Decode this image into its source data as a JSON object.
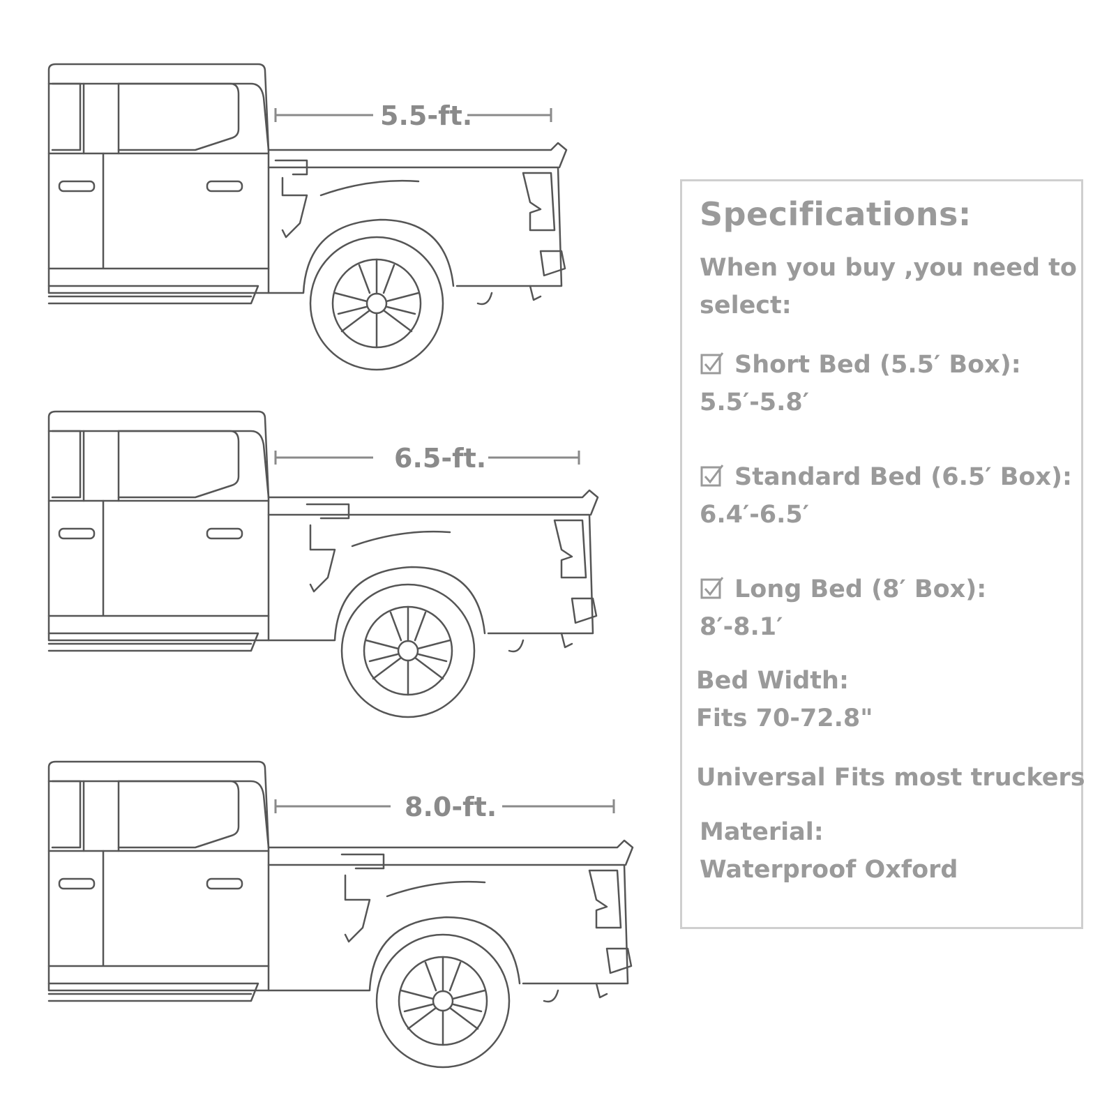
{
  "trucks": [
    {
      "length_label": "5.5-ft."
    },
    {
      "length_label": "6.5-ft."
    },
    {
      "length_label": "8.0-ft."
    }
  ],
  "specs": {
    "title": "Specifications:",
    "intro_1": "When you buy ,you need to",
    "intro_2": "select:",
    "options": [
      {
        "label": "Short Bed (5.5′ Box):",
        "range": "5.5′-5.8′"
      },
      {
        "label": "Standard Bed (6.5′ Box):",
        "range": "6.4′-6.5′"
      },
      {
        "label": "Long Bed (8′ Box):",
        "range": "8′-8.1′"
      }
    ],
    "bed_width_label": "Bed Width:",
    "bed_width_value": "Fits 70-72.8\"",
    "universal": "Universal Fits most truckers",
    "material_label": "Material:",
    "material_value": "Waterproof Oxford"
  },
  "colors": {
    "text": "#9a9a9a",
    "line_art": "#555555",
    "box_border": "#cfcfcf"
  }
}
